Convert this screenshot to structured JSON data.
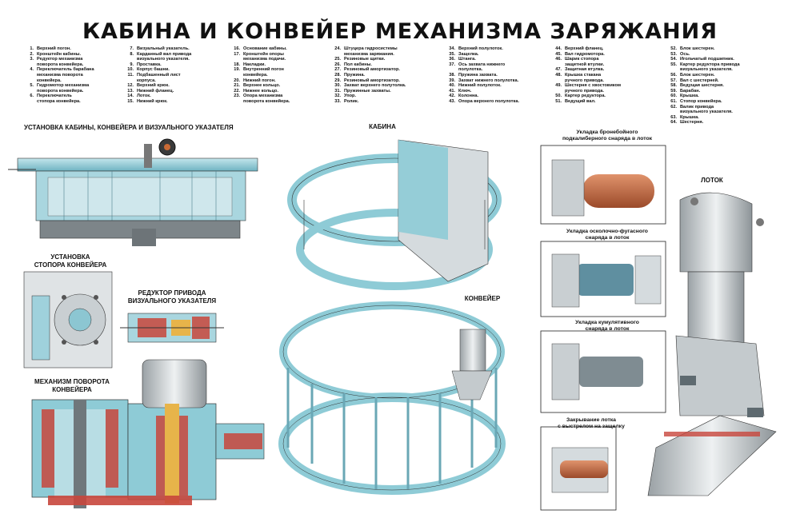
{
  "title": "КАБИНА И КОНВЕЙЕР МЕХАНИЗМА ЗАРЯЖАНИЯ",
  "legend": [
    [
      {
        "n": "1.",
        "t": "Верхний погон."
      },
      {
        "n": "2.",
        "t": "Кронштейн кабины."
      },
      {
        "n": "3.",
        "t": "Редуктор механизма\nповорота конвейера."
      },
      {
        "n": "4.",
        "t": "Переключатель барабана\nмеханизма поворота\nконвейера."
      },
      {
        "n": "5.",
        "t": "Гидромотор механизма\nповорота конвейера."
      },
      {
        "n": "6.",
        "t": "Переключатель\nстопора конвейера."
      }
    ],
    [
      {
        "n": "7.",
        "t": "Визуальный указатель."
      },
      {
        "n": "8.",
        "t": "Карданный вал привода\nвизуального указателя."
      },
      {
        "n": "9.",
        "t": "Проставка."
      },
      {
        "n": "10.",
        "t": "Корпус башни."
      },
      {
        "n": "11.",
        "t": "Подбашенный лист\nкорпуса."
      },
      {
        "n": "12.",
        "t": "Верхний крюк."
      },
      {
        "n": "13.",
        "t": "Нижний фланец."
      },
      {
        "n": "14.",
        "t": "Лоток."
      },
      {
        "n": "15.",
        "t": "Нижний крюк."
      }
    ],
    [
      {
        "n": "16.",
        "t": "Основание кабины."
      },
      {
        "n": "17.",
        "t": "Кронштейн опоры\nмеханизма подачи."
      },
      {
        "n": "18.",
        "t": "Накладки."
      },
      {
        "n": "19.",
        "t": "Внутренний погон\nконвейера."
      },
      {
        "n": "20.",
        "t": "Нижний погон."
      },
      {
        "n": "21.",
        "t": "Верхнее кольцо."
      },
      {
        "n": "22.",
        "t": "Нижнее кольцо."
      },
      {
        "n": "23.",
        "t": "Опора механизма\nповорота конвейера."
      }
    ],
    [
      {
        "n": "24.",
        "t": "Штуцера гидросистемы\nмеханизма заряжания."
      },
      {
        "n": "25.",
        "t": "Резиновые щитки."
      },
      {
        "n": "26.",
        "t": "Пол кабины."
      },
      {
        "n": "27.",
        "t": "Резиновый амортизатор."
      },
      {
        "n": "28.",
        "t": "Пружина."
      },
      {
        "n": "29.",
        "t": "Резиновый амортизатор."
      },
      {
        "n": "30.",
        "t": "Захват верхнего полутолка."
      },
      {
        "n": "31.",
        "t": "Пружинные захваты."
      },
      {
        "n": "32.",
        "t": "Упор."
      },
      {
        "n": "33.",
        "t": "Ролик."
      }
    ],
    [
      {
        "n": "34.",
        "t": "Верхний полулоток."
      },
      {
        "n": "35.",
        "t": "Защелка."
      },
      {
        "n": "36.",
        "t": "Штанга."
      },
      {
        "n": "37.",
        "t": "Ось захвата нижнего\nполулотка."
      },
      {
        "n": "38.",
        "t": "Пружина захвата."
      },
      {
        "n": "39.",
        "t": "Захват нижнего полулотка."
      },
      {
        "n": "40.",
        "t": "Нижний полулоток."
      },
      {
        "n": "41.",
        "t": "Ключ."
      },
      {
        "n": "42.",
        "t": "Колонна."
      },
      {
        "n": "43.",
        "t": "Опора верхнего полулотка."
      }
    ],
    [
      {
        "n": "44.",
        "t": "Верхний фланец."
      },
      {
        "n": "45.",
        "t": "Вал гидромотора."
      },
      {
        "n": "46.",
        "t": "Шарик стопора\nзащитной втулки."
      },
      {
        "n": "47.",
        "t": "Защитная втулка."
      },
      {
        "n": "48.",
        "t": "Крышка стакана\nручного привода."
      },
      {
        "n": "49.",
        "t": "Шестерня с хвостовиком\nручного привода."
      },
      {
        "n": "50.",
        "t": "Картер редуктора."
      },
      {
        "n": "51.",
        "t": "Ведущий вал."
      }
    ],
    [
      {
        "n": "52.",
        "t": "Блок шестерен."
      },
      {
        "n": "53.",
        "t": "Ось."
      },
      {
        "n": "54.",
        "t": "Игольчатый подшипник."
      },
      {
        "n": "55.",
        "t": "Картер редуктора привода\nвизуального указателя."
      },
      {
        "n": "56.",
        "t": "Блок шестерен."
      },
      {
        "n": "57.",
        "t": "Вал с шестерней."
      },
      {
        "n": "58.",
        "t": "Ведущая шестерня."
      },
      {
        "n": "59.",
        "t": "Барабан."
      },
      {
        "n": "60.",
        "t": "Крышка."
      },
      {
        "n": "61.",
        "t": "Стопор конвейера."
      },
      {
        "n": "62.",
        "t": "Валик привода\nвизуального указателя."
      },
      {
        "n": "63.",
        "t": "Крышка."
      },
      {
        "n": "64.",
        "t": "Шестерня."
      }
    ]
  ],
  "sections": {
    "installation": "УСТАНОВКА КАБИНЫ, КОНВЕЙЕРА И ВИЗУАЛЬНОГО УКАЗАТЕЛЯ",
    "cabin": "КАБИНА",
    "conveyor": "КОНВЕЙЕР",
    "tray": "ЛОТОК",
    "stopper": "УСТАНОВКА\nСТОПОРА КОНВЕЙЕРА",
    "reducer": "РЕДУКТОР ПРИВОДА\nВИЗУАЛЬНОГО УКАЗАТЕЛЯ",
    "rotation": "МЕХАНИЗМ ПОВОРОТА\nКОНВЕЙЕРА",
    "step1": "Укладка бронебойного\nподкалиберного снаряда в лоток",
    "step2": "Укладка осколочно-фугасного\nснаряда в лоток",
    "step3": "Укладка кумулятивного\nснаряда в лоток",
    "step4": "Закрывание лотка\nс выстрелом на защелку"
  },
  "colors": {
    "metal_blue": "#8ecbd6",
    "metal_light": "#d9e2e4",
    "steel_gray": "#b9bfc2",
    "section_red": "#c8463c",
    "shell_copper": "#b5603a"
  }
}
